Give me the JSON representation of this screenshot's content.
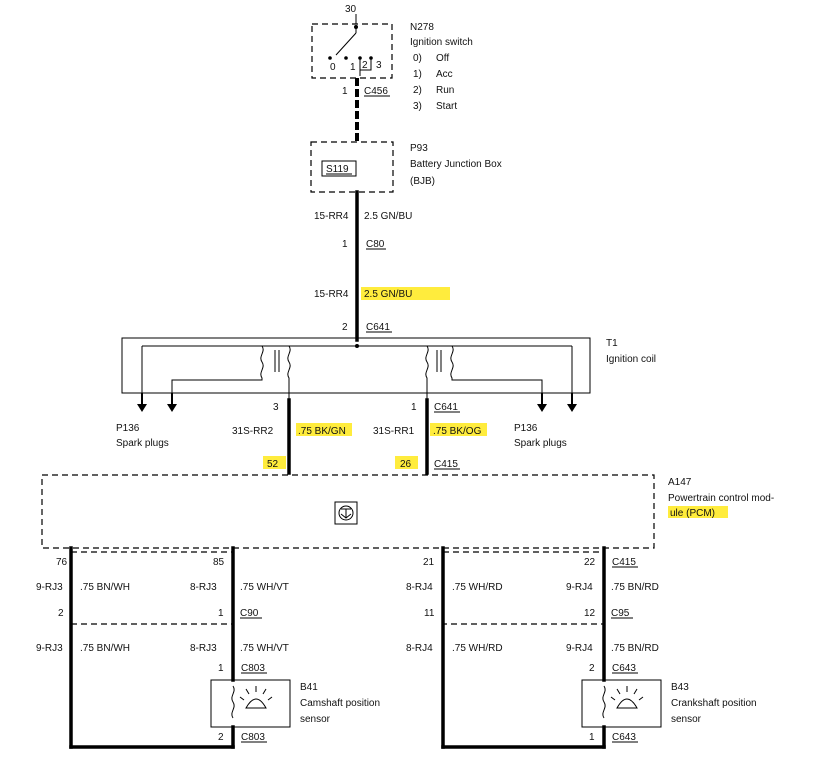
{
  "switch": {
    "terminal": "30",
    "code": "N278",
    "name": "Ignition switch",
    "positions": [
      {
        "num": "0)",
        "label": "Off"
      },
      {
        "num": "1)",
        "label": "Acc"
      },
      {
        "num": "2)",
        "label": "Run"
      },
      {
        "num": "3)",
        "label": "Start"
      }
    ],
    "contacts": [
      "0",
      "1",
      "2",
      "3"
    ],
    "pin": "1",
    "connector": "C456"
  },
  "bjb": {
    "code": "P93",
    "name": "Battery Junction Box",
    "abbr": "(BJB)",
    "fuse": "S119"
  },
  "wire1": {
    "circuit": "15-RR4",
    "spec": "2.5 GN/BU"
  },
  "c80": {
    "pin": "1",
    "connector": "C80"
  },
  "wire2": {
    "circuit": "15-RR4",
    "spec": "2.5 GN/BU"
  },
  "c641": {
    "pin": "2",
    "connector": "C641"
  },
  "coil": {
    "code": "T1",
    "name": "Ignition coil"
  },
  "plugs_left": {
    "code": "P136",
    "name": "Spark plugs"
  },
  "plugs_right": {
    "code": "P136",
    "name": "Spark plugs"
  },
  "coil_left": {
    "pin": "3",
    "circuit": "31S-RR2",
    "spec": ".75 BK/GN",
    "pcm_pin": "52"
  },
  "coil_right": {
    "pin": "1",
    "connector": "C641",
    "circuit": "31S-RR1",
    "spec": ".75 BK/OG",
    "pcm_pin": "26",
    "pcm_connector": "C415"
  },
  "pcm": {
    "code": "A147",
    "name_line1": "Powertrain control mod-",
    "name_line2": "ule (PCM)"
  },
  "pcm_bottom": {
    "pins": [
      "76",
      "85",
      "21",
      "22"
    ],
    "connector": "C415"
  },
  "harness1": {
    "circuits": [
      "9-RJ3",
      "8-RJ3",
      "8-RJ4",
      "9-RJ4"
    ],
    "specs": [
      ".75 BN/WH",
      ".75 WH/VT",
      ".75 WH/RD",
      ".75 BN/RD"
    ]
  },
  "inline": {
    "left_pins": [
      "2",
      "1"
    ],
    "left_connector": "C90",
    "right_pins": [
      "11",
      "12"
    ],
    "right_connector": "C95"
  },
  "harness2": {
    "circuits": [
      "9-RJ3",
      "8-RJ3",
      "8-RJ4",
      "9-RJ4"
    ],
    "specs": [
      ".75 BN/WH",
      ".75 WH/VT",
      ".75 WH/RD",
      ".75 BN/RD"
    ]
  },
  "cam_sensor": {
    "code": "B41",
    "name_line1": "Camshaft position",
    "name_line2": "sensor",
    "top_pin": "1",
    "top_connector": "C803",
    "bottom_pin": "2",
    "bottom_connector": "C803"
  },
  "crank_sensor": {
    "code": "B43",
    "name_line1": "Crankshaft position",
    "name_line2": "sensor",
    "top_pin": "2",
    "top_connector": "C643",
    "bottom_pin": "1",
    "bottom_connector": "C643"
  }
}
